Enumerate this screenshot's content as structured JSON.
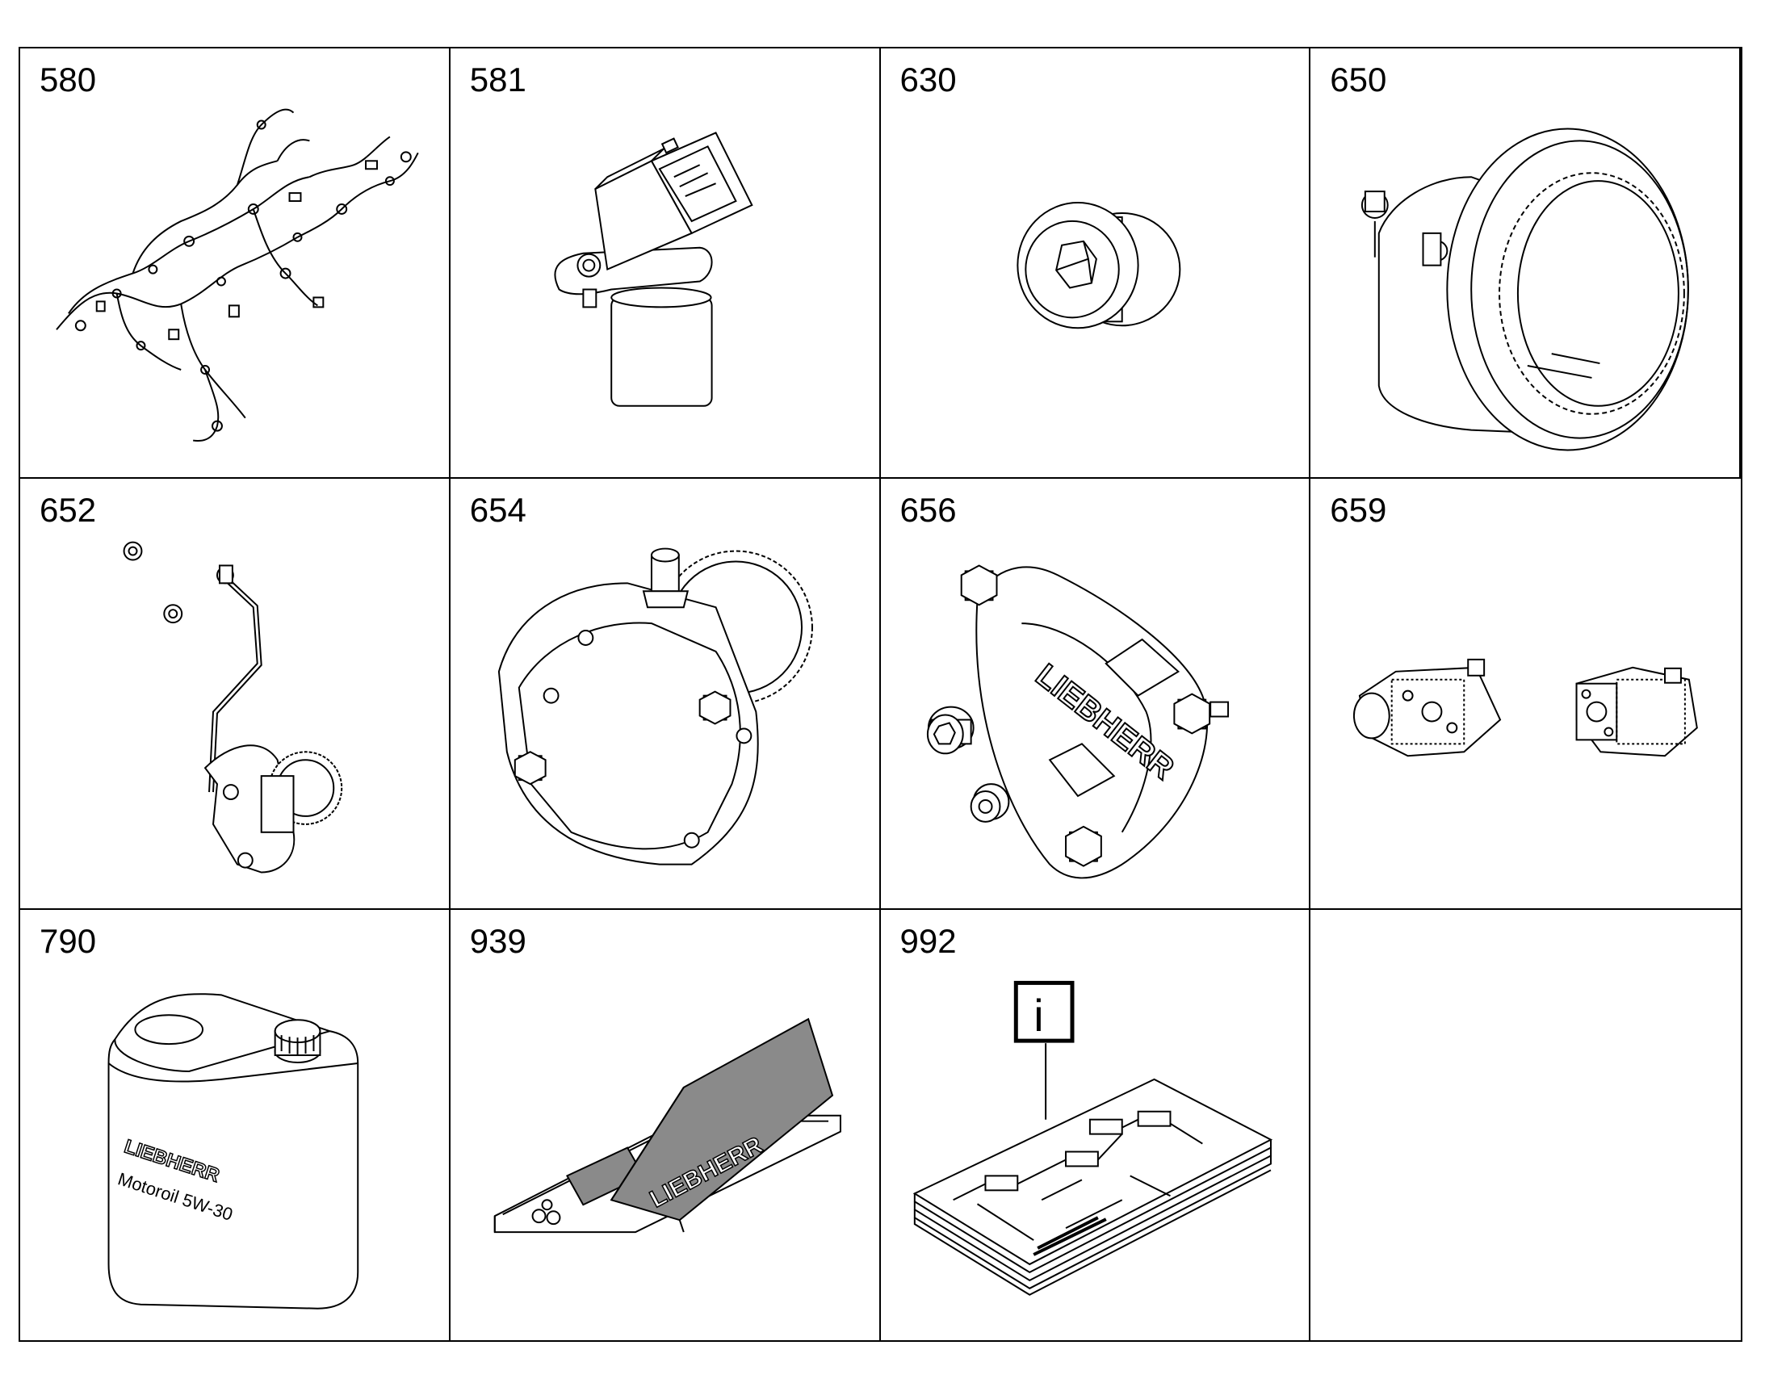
{
  "items": [
    {
      "number": "580",
      "name": "wiring harness"
    },
    {
      "number": "581",
      "name": "sensor"
    },
    {
      "number": "630",
      "name": "screw plug"
    },
    {
      "number": "650",
      "name": "flywheel housing"
    },
    {
      "number": "652",
      "name": "pump with pipe"
    },
    {
      "number": "654",
      "name": "pump with gear"
    },
    {
      "number": "656",
      "name": "cover plate"
    },
    {
      "number": "659",
      "name": "hydraulic pumps"
    },
    {
      "number": "790",
      "name": "oil canister",
      "brand": "LIEBHERR",
      "label": "Motoroil 5W-30"
    },
    {
      "number": "939",
      "name": "document kit",
      "brand": "LIEBHERR"
    },
    {
      "number": "992",
      "name": "documentation",
      "info_symbol": "i"
    },
    {
      "number": "",
      "name": "empty"
    }
  ],
  "brand_logo": "LIEBHERR",
  "colors": {
    "line": "#000000",
    "background": "#ffffff",
    "shade": "#8a8a8a"
  }
}
